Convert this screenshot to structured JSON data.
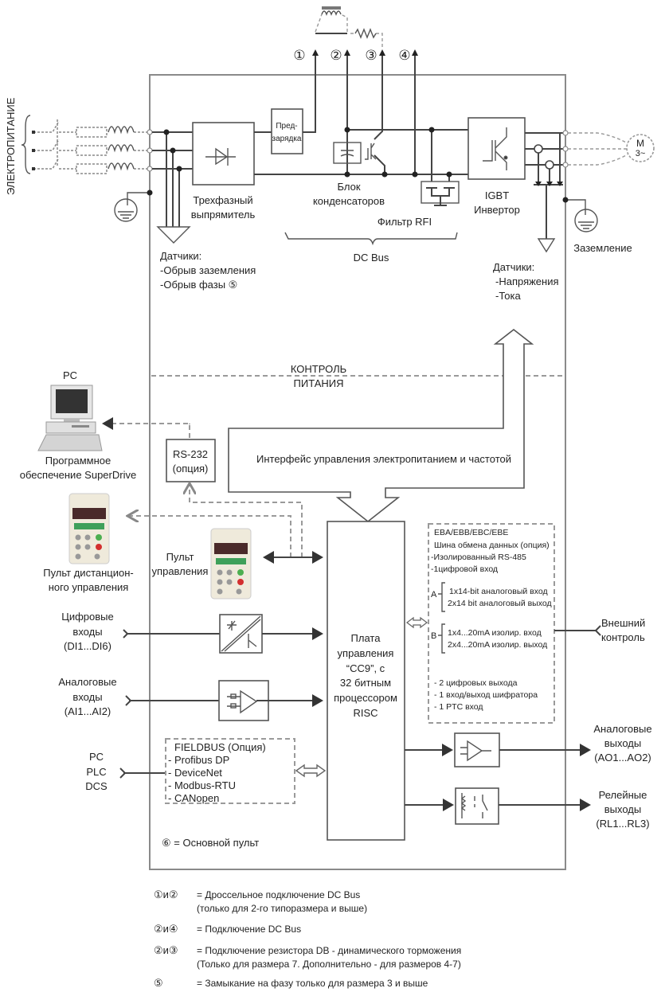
{
  "diagram": {
    "power_supply_label": "ЭЛЕКТРОПИТАНИЕ",
    "terminals": [
      "①",
      "②",
      "③",
      "④"
    ],
    "precharge": [
      "Пред-",
      "зарядка"
    ],
    "rectifier": [
      "Трехфазный",
      "выпрямитель"
    ],
    "capacitor_bank": [
      "Блок",
      "конденсаторов"
    ],
    "rfi_filter": "Фильтр RFI",
    "igbt": [
      "IGBT",
      "Инвертор"
    ],
    "motor": [
      "M",
      "3~"
    ],
    "dc_bus": "DC Bus",
    "ground_right": "Заземление",
    "sensors_left": [
      "Датчики:",
      "-Обрыв заземления",
      "-Обрыв фазы ⑤"
    ],
    "sensors_right": [
      "Датчики:",
      "-Напряжения",
      "-Тока"
    ],
    "power_control": [
      "КОНТРОЛЬ",
      "ПИТАНИЯ"
    ],
    "interface_label": "Интерфейс управления электропитанием и частотой",
    "pc_label": "PC",
    "pc_software": [
      "Программное",
      "обеспечение SuperDrive"
    ],
    "rs232": [
      "RS-232",
      "(опция)"
    ],
    "remote_panel": [
      "Пульт дистанцион-",
      "ного управления"
    ],
    "panel": [
      "Пульт",
      "управления"
    ],
    "digital_inputs": [
      "Цифровые",
      "входы",
      "(DI1...DI6)"
    ],
    "analog_inputs": [
      "Аналоговые",
      "входы",
      "(AI1...AI2)"
    ],
    "fieldbus_sources": [
      "PC",
      "PLC",
      "DCS"
    ],
    "fieldbus": [
      "FIELDBUS (Опция)",
      "- Profibus DP",
      "- DeviceNet",
      "- Modbus-RTU",
      "- CANopen"
    ],
    "main_panel_note": "⑥  = Основной пульт",
    "control_board": [
      "Плата",
      "управления",
      "“CC9”, с",
      "32 битным",
      "процессором",
      "RISC"
    ],
    "option_box": {
      "title": "EBA/EBB/EBC/EBE",
      "lines": [
        "Шина обмена данных (опция)",
        "-Изолированный RS-485",
        "-1цифровой вход"
      ],
      "group_a_label": "A",
      "group_a": [
        "1x14-bit аналоговый вход",
        "2x14 bit аналоговый выход"
      ],
      "group_b_label": "B",
      "group_b": [
        "1x4...20mA изолир. вход",
        "2x4...20mA изолир. выход"
      ],
      "extra": [
        "- 2 цифровых выхода",
        "- 1 вход/выход шифратора",
        "- 1  PTC вход"
      ]
    },
    "external_control": [
      "Внешний",
      "контроль"
    ],
    "analog_outputs": [
      "Аналоговые",
      "выходы",
      "(AO1...AO2)"
    ],
    "relay_outputs": [
      "Релейные",
      "выходы",
      "(RL1...RL3)"
    ]
  },
  "legend": [
    {
      "key": "①и②",
      "text": [
        "= Дроссельное подключение DC Bus",
        "(только для 2-го типоразмера и выше)"
      ]
    },
    {
      "key": "②и④",
      "text": [
        "= Подключение DC Bus"
      ]
    },
    {
      "key": "②и③",
      "text": [
        "= Подключение резистора DB - динамического торможения",
        "(Только для размера 7. Дополнительно - для размеров 4-7)"
      ]
    },
    {
      "key": "⑤",
      "text": [
        "= Замыкание на фазу только для размера 3 и выше"
      ]
    }
  ]
}
